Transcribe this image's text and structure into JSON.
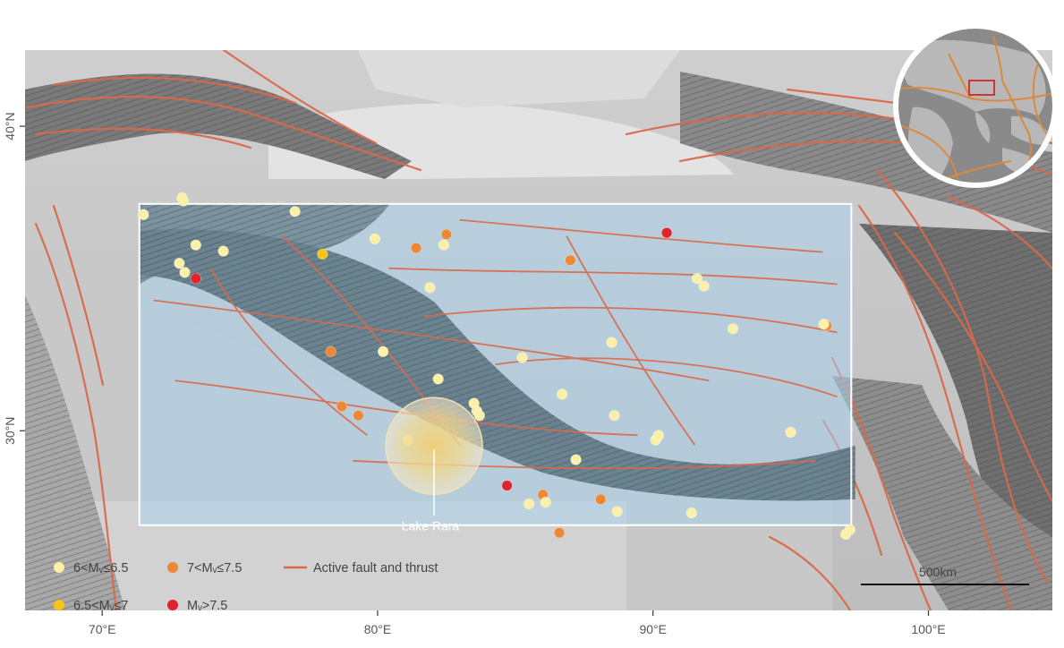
{
  "map": {
    "lon_min": 67.2,
    "lon_max": 104.5,
    "lat_min": 24.1,
    "lat_max": 42.5,
    "lon_ticks": [
      {
        "value": 70,
        "label": "70°E"
      },
      {
        "value": 80,
        "label": "80°E"
      },
      {
        "value": 90,
        "label": "90°E"
      },
      {
        "value": 100,
        "label": "100°E"
      }
    ],
    "lat_ticks": [
      {
        "value": 40,
        "label": "40°N"
      },
      {
        "value": 30,
        "label": "30°N"
      }
    ],
    "study_area": {
      "lon_min": 71.35,
      "lon_max": 97.2,
      "lat_min": 26.9,
      "lat_max": 37.45
    },
    "lake_site": {
      "lon": 82.05,
      "lat": 29.5,
      "label": "Lake Rara"
    },
    "scale_bar": {
      "label": "500km"
    },
    "colors": {
      "fault": "#d9694a",
      "study_tint": "#a9d2ec",
      "class1": "#fbf0a8",
      "class2": "#f5c414",
      "class3": "#ec8836",
      "class4": "#e0232c",
      "globe_plates": "#d98a3c",
      "globe_box": "#d8232a"
    }
  },
  "legend": {
    "items": [
      {
        "key": "class1",
        "text": "6<Mᵥ≤6.5"
      },
      {
        "key": "class3",
        "text": "7<Mᵥ≤7.5"
      },
      {
        "key": "fault",
        "text": "Active fault and thrust"
      },
      {
        "key": "class2",
        "text": "6.5<Mᵥ≤7"
      },
      {
        "key": "class4",
        "text": "Mᵥ>7.5"
      }
    ]
  },
  "earthquakes": [
    {
      "lon": 71.5,
      "lat": 37.1,
      "c": 1
    },
    {
      "lon": 72.9,
      "lat": 37.65,
      "c": 1
    },
    {
      "lon": 72.95,
      "lat": 37.55,
      "c": 1
    },
    {
      "lon": 73.4,
      "lat": 36.1,
      "c": 1
    },
    {
      "lon": 72.8,
      "lat": 35.5,
      "c": 1
    },
    {
      "lon": 73.0,
      "lat": 35.2,
      "c": 1
    },
    {
      "lon": 74.4,
      "lat": 35.9,
      "c": 1
    },
    {
      "lon": 73.4,
      "lat": 35.0,
      "c": 4
    },
    {
      "lon": 77.0,
      "lat": 37.2,
      "c": 1
    },
    {
      "lon": 78.0,
      "lat": 35.8,
      "c": 2
    },
    {
      "lon": 79.9,
      "lat": 36.3,
      "c": 1
    },
    {
      "lon": 81.4,
      "lat": 36.0,
      "c": 3
    },
    {
      "lon": 82.5,
      "lat": 36.45,
      "c": 3
    },
    {
      "lon": 82.4,
      "lat": 36.1,
      "c": 1
    },
    {
      "lon": 87.0,
      "lat": 35.6,
      "c": 3
    },
    {
      "lon": 90.5,
      "lat": 36.5,
      "c": 4
    },
    {
      "lon": 81.9,
      "lat": 34.7,
      "c": 1
    },
    {
      "lon": 91.6,
      "lat": 35.0,
      "c": 1
    },
    {
      "lon": 91.85,
      "lat": 34.75,
      "c": 1
    },
    {
      "lon": 78.3,
      "lat": 32.6,
      "c": 3
    },
    {
      "lon": 96.3,
      "lat": 33.45,
      "c": 3
    },
    {
      "lon": 96.2,
      "lat": 33.5,
      "c": 1
    },
    {
      "lon": 92.9,
      "lat": 33.35,
      "c": 1
    },
    {
      "lon": 88.5,
      "lat": 32.9,
      "c": 1
    },
    {
      "lon": 85.25,
      "lat": 32.4,
      "c": 1
    },
    {
      "lon": 80.2,
      "lat": 32.6,
      "c": 1
    },
    {
      "lon": 82.2,
      "lat": 31.7,
      "c": 1
    },
    {
      "lon": 86.7,
      "lat": 31.2,
      "c": 1
    },
    {
      "lon": 83.5,
      "lat": 30.9,
      "c": 1
    },
    {
      "lon": 83.6,
      "lat": 30.65,
      "c": 1
    },
    {
      "lon": 83.7,
      "lat": 30.5,
      "c": 1
    },
    {
      "lon": 78.7,
      "lat": 30.8,
      "c": 3
    },
    {
      "lon": 79.3,
      "lat": 30.5,
      "c": 3
    },
    {
      "lon": 88.6,
      "lat": 30.5,
      "c": 1
    },
    {
      "lon": 81.1,
      "lat": 29.7,
      "c": 1
    },
    {
      "lon": 87.2,
      "lat": 29.05,
      "c": 1
    },
    {
      "lon": 90.1,
      "lat": 29.7,
      "c": 1
    },
    {
      "lon": 90.2,
      "lat": 29.85,
      "c": 1
    },
    {
      "lon": 95.0,
      "lat": 29.95,
      "c": 1
    },
    {
      "lon": 84.7,
      "lat": 28.2,
      "c": 4
    },
    {
      "lon": 86.0,
      "lat": 27.9,
      "c": 3
    },
    {
      "lon": 85.5,
      "lat": 27.6,
      "c": 1
    },
    {
      "lon": 86.1,
      "lat": 27.65,
      "c": 1
    },
    {
      "lon": 88.1,
      "lat": 27.75,
      "c": 3
    },
    {
      "lon": 88.7,
      "lat": 27.35,
      "c": 1
    },
    {
      "lon": 91.4,
      "lat": 27.3,
      "c": 1
    },
    {
      "lon": 86.6,
      "lat": 26.65,
      "c": 3
    },
    {
      "lon": 97.0,
      "lat": 26.6,
      "c": 1
    },
    {
      "lon": 97.15,
      "lat": 26.75,
      "c": 1
    }
  ]
}
